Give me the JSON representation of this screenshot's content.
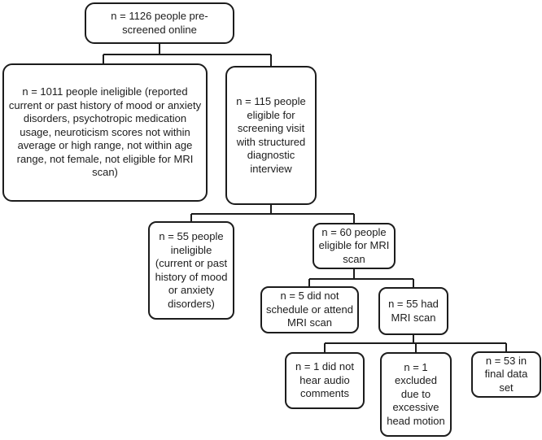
{
  "diagram": {
    "type": "flowchart",
    "colors": {
      "line": "#1c1c1c",
      "box_fill": "#ffffff",
      "text": "#1c1c1c",
      "background": "#ffffff"
    },
    "nodes": {
      "pre_screened": "n = 1126 people pre-screened online",
      "ineligible_1011": "n = 1011 people ineligible (reported current or past history of mood or anxiety disorders, psychotropic medication usage, neuroticism scores not within average or high range, not within age range, not female, not eligible for MRI scan)",
      "eligible_115": "n = 115 people eligible for screening visit with structured diagnostic interview",
      "ineligible_55": "n = 55 people ineligible (current or past history of mood or anxiety disorders)",
      "eligible_60": "n = 60 people eligible for MRI scan",
      "not_scheduled_5": "n = 5 did not schedule or attend MRI scan",
      "had_mri_55": "n = 55 had MRI scan",
      "no_audio_1": "n = 1 did not hear audio comments",
      "head_motion_1": "n = 1 excluded due to excessive head motion",
      "final_53": "n = 53 in final data set"
    },
    "edges": [
      [
        "pre_screened",
        "ineligible_1011"
      ],
      [
        "pre_screened",
        "eligible_115"
      ],
      [
        "eligible_115",
        "ineligible_55"
      ],
      [
        "eligible_115",
        "eligible_60"
      ],
      [
        "eligible_60",
        "not_scheduled_5"
      ],
      [
        "eligible_60",
        "had_mri_55"
      ],
      [
        "had_mri_55",
        "no_audio_1"
      ],
      [
        "had_mri_55",
        "head_motion_1"
      ],
      [
        "had_mri_55",
        "final_53"
      ]
    ]
  }
}
